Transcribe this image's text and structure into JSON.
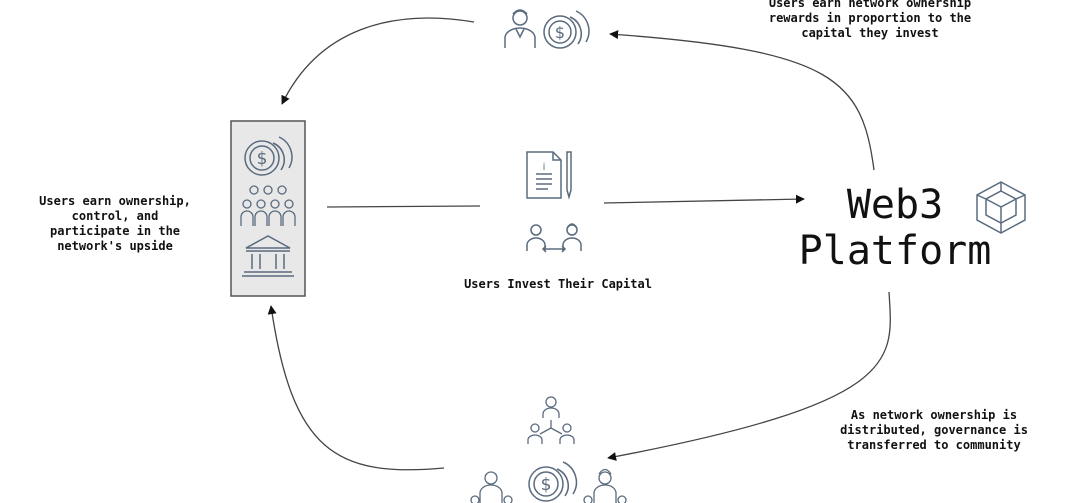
{
  "platform": {
    "title": "Web3\nPlatform",
    "icon": "cube-network-icon"
  },
  "captions": {
    "top_right": "Users earn network ownership\nrewards in proportion to the\ncapital they invest",
    "left": "Users earn ownership,\ncontrol, and\nparticipate in the\nnetwork's upside",
    "middle": "Users Invest Their Capital",
    "bottom_right": "As network ownership is\ndistributed, governance is\ntransferred to community"
  },
  "nodes": {
    "rewards": [
      "user-icon",
      "coins-dollar-icon"
    ],
    "left_panel": [
      "coins-dollar-icon",
      "people-group-icon",
      "bank-icon"
    ],
    "invest": [
      "contract-document-icon",
      "user-exchange-icon"
    ],
    "community": [
      "network-hierarchy-icon",
      "coins-dollar-icon",
      "user-group-icon"
    ]
  },
  "colors": {
    "ink": "#111111",
    "line": "#444444",
    "icon": "#5a6b7f",
    "panel_fill": "#e8e8e8",
    "panel_border": "#555555"
  }
}
